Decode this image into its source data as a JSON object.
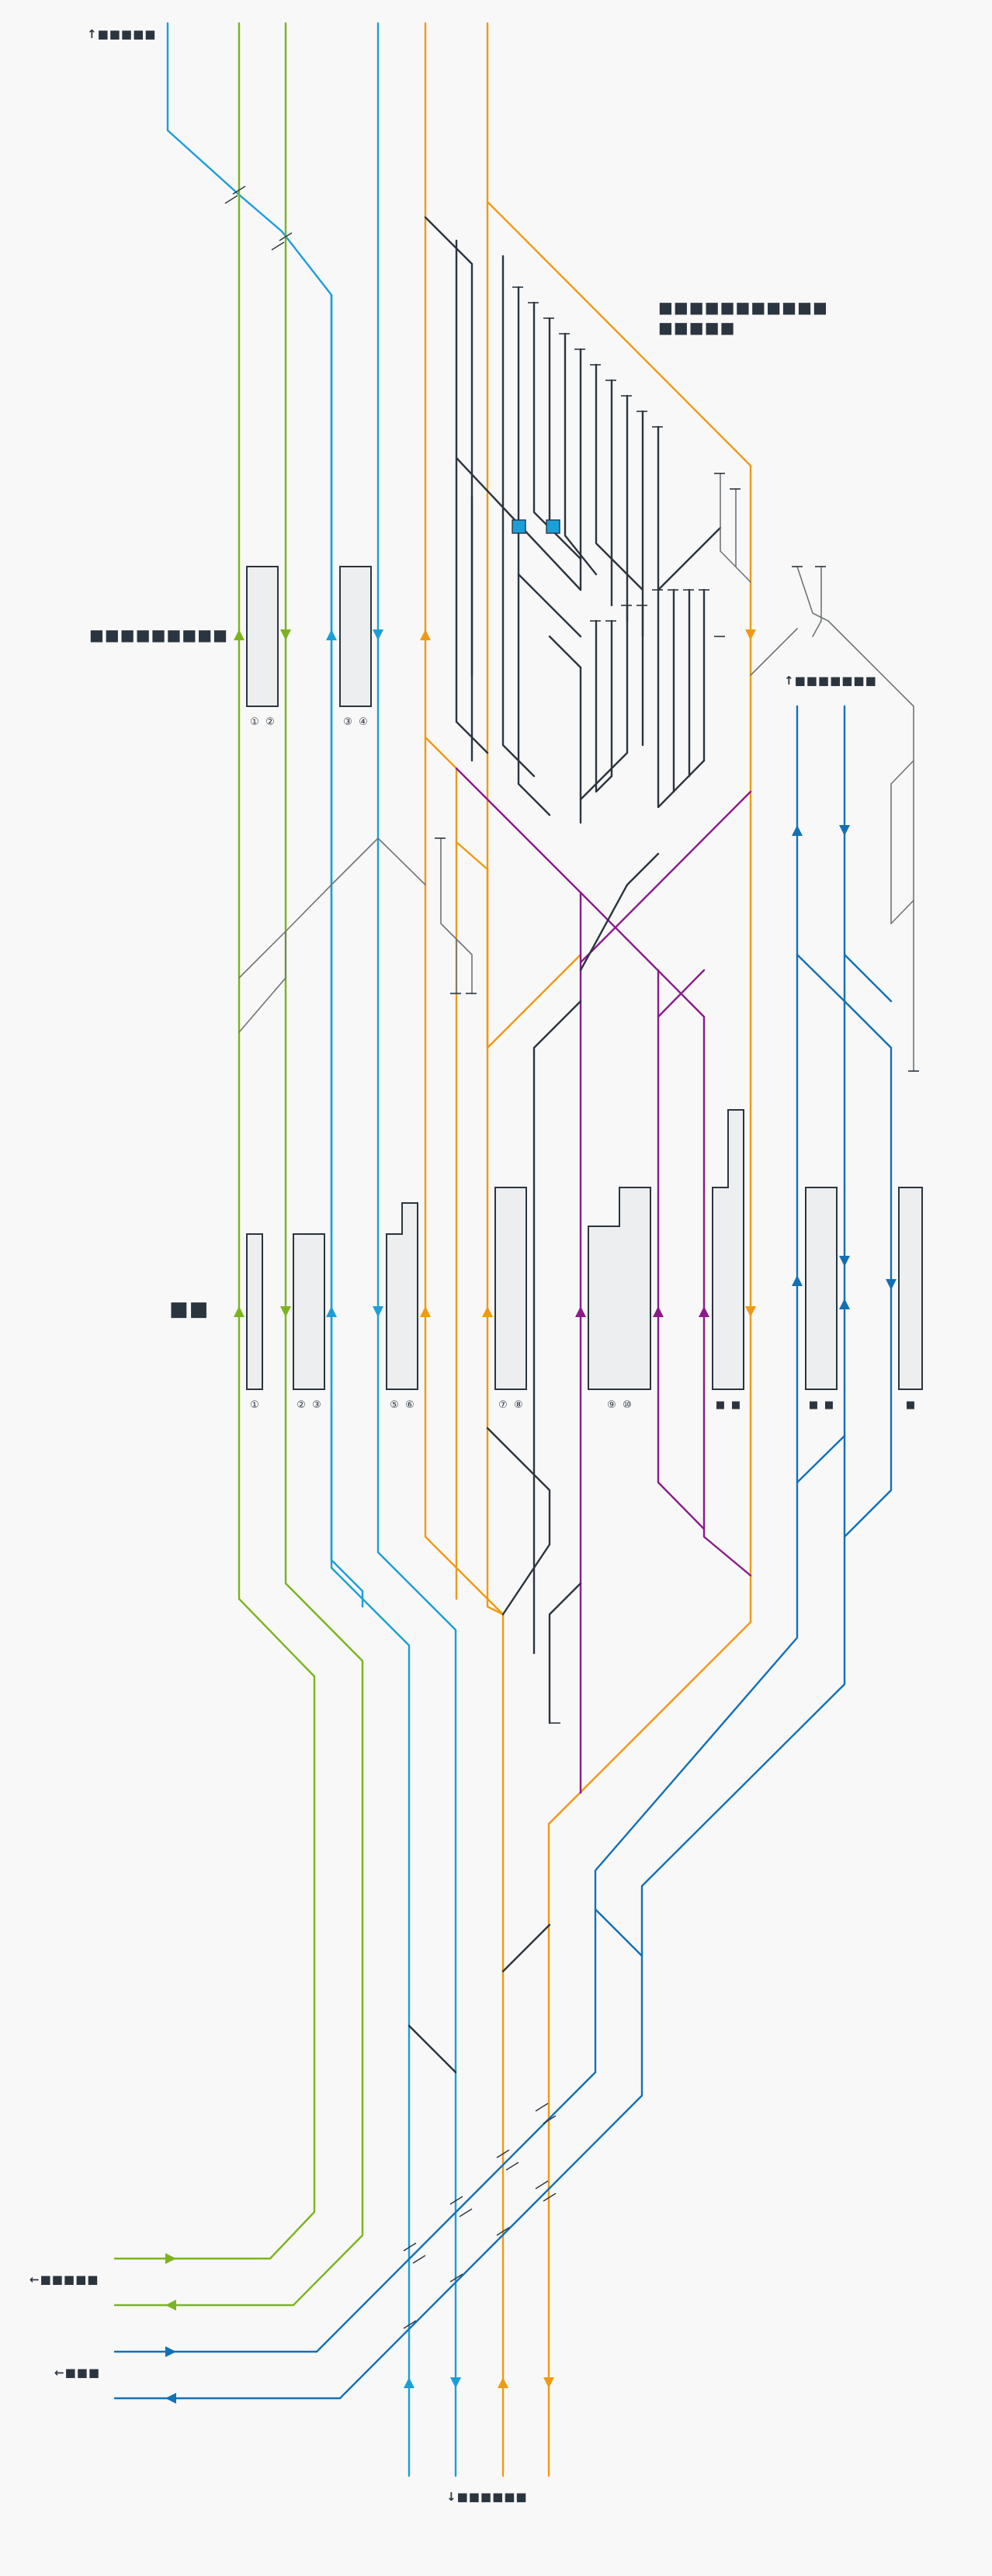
{
  "labels": {
    "north": "↑■■■■■",
    "depot": "■■■■■■■■■■■",
    "depot_line2": "■■■■■",
    "upper_station": "■■■■■■■■■",
    "east_branch": "↑■■■■■■■",
    "main_station": "■■",
    "west_upper": "←■■■■■",
    "west_lower": "←■■■",
    "south": "↓■■■■■■"
  },
  "upper_platform_numbers": [
    [
      "①",
      "②"
    ],
    [
      "③",
      "④"
    ]
  ],
  "main_platform_numbers": [
    [
      "①"
    ],
    [
      "②",
      "③"
    ],
    [
      "⑤",
      "⑥"
    ],
    [
      "⑦",
      "⑧"
    ],
    [
      "⑨",
      "⑩"
    ],
    [
      "■",
      "■"
    ],
    [
      "■",
      "■"
    ],
    [
      "■"
    ]
  ],
  "line_colors": {
    "green": "#7ab51d",
    "cyan": "#1a9fd9",
    "orange": "#ef9a13",
    "purple": "#8b1a8b",
    "blue": "#1370b5",
    "dark": "#2b3540",
    "gray": "#707478",
    "platform_fill": "#eceeef",
    "depot_block": "#1a9fd9"
  },
  "icons": [
    "up-arrow-icon",
    "down-arrow-icon",
    "left-arrow-icon",
    "direction-arrowhead-icon"
  ]
}
